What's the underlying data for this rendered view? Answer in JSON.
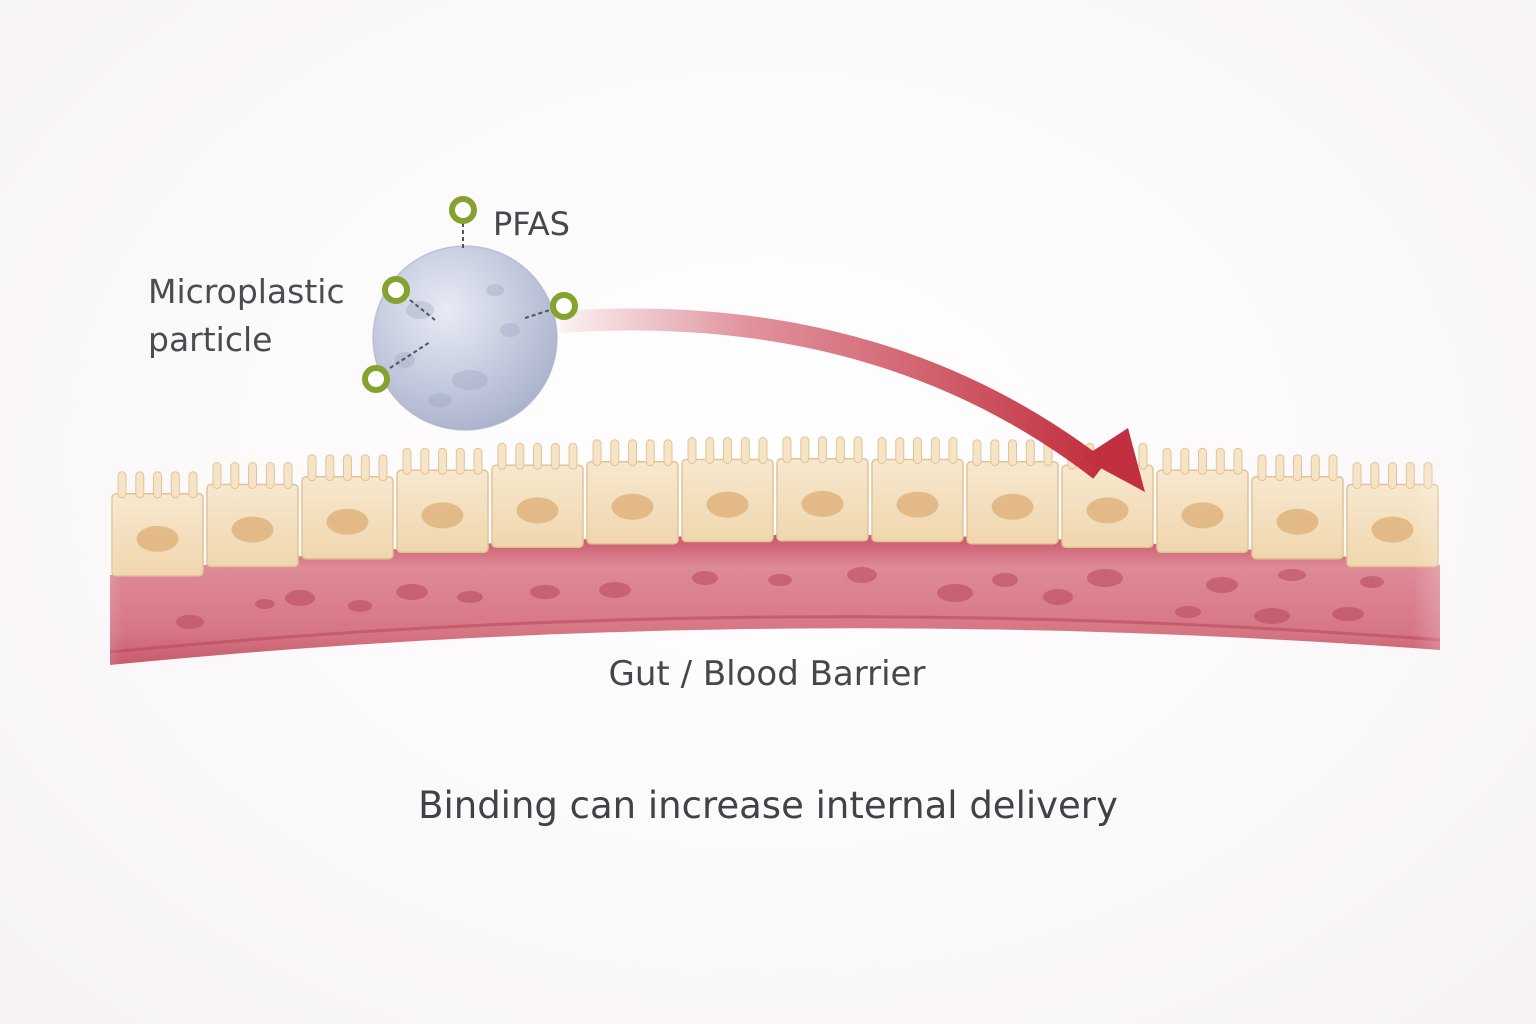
{
  "labels": {
    "microplastic_line1": "Microplastic",
    "microplastic_line2": "particle",
    "pfas": "PFAS",
    "barrier": "Gut / Blood Barrier"
  },
  "caption": "Binding can increase internal delivery",
  "colors": {
    "particle": "#c6ccdf",
    "pfas_ring": "#86a22e",
    "arrow": "#c73a4c",
    "epithelium": "#f1dab3",
    "nucleus": "#dfb47e",
    "blood_layer": "#d8808e",
    "text": "#45474d"
  },
  "icons": {
    "particle": "microplastic-sphere-icon",
    "pfas": "pfas-molecule-icon",
    "arrow": "delivery-arrow-icon"
  }
}
